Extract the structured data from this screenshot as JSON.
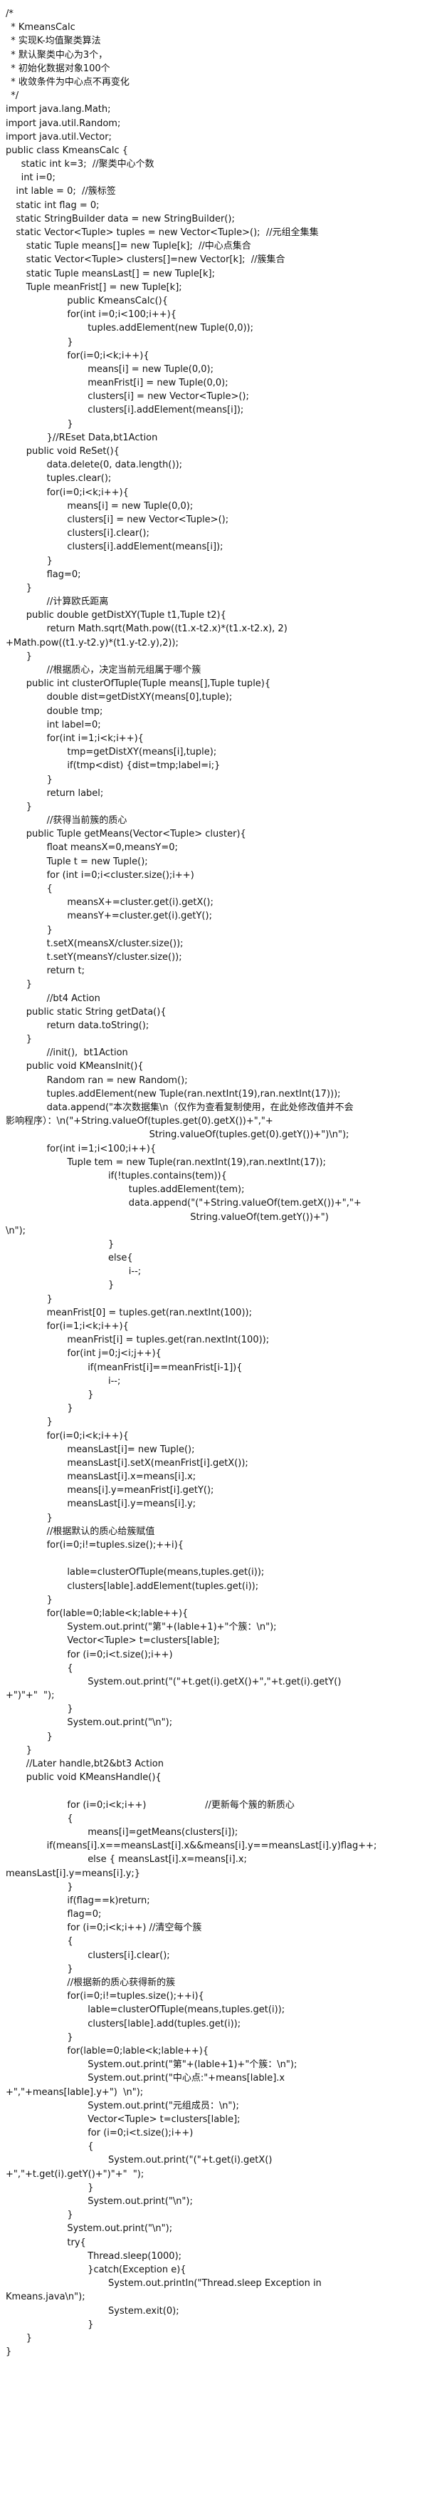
{
  "code_lines": [
    {
      "i": 0,
      "t": "/*"
    },
    {
      "i": 1,
      "t": "* KmeansCalc"
    },
    {
      "i": 1,
      "t": "* 实现K-均值聚类算法"
    },
    {
      "i": 1,
      "t": "* 默认聚类中心为3个，"
    },
    {
      "i": 1,
      "t": "* 初始化数据对象100个"
    },
    {
      "i": 1,
      "t": "* 收敛条件为中心点不再变化"
    },
    {
      "i": 1,
      "t": "*/"
    },
    {
      "i": 0,
      "t": "import java.lang.Math;"
    },
    {
      "i": 0,
      "t": "import java.util.Random;"
    },
    {
      "i": 0,
      "t": "import java.util.Vector;"
    },
    {
      "i": 0,
      "t": "public class KmeansCalc {"
    },
    {
      "i": 3,
      "t": "static int k=3;  //聚类中心个数"
    },
    {
      "i": 3,
      "t": "int i=0;"
    },
    {
      "i": 2,
      "t": "int lable = 0;  //簇标签"
    },
    {
      "i": 2,
      "t": "static int flag = 0;"
    },
    {
      "i": 2,
      "t": "static StringBuilder data = new StringBuilder();"
    },
    {
      "i": 2,
      "t": "static Vector<Tuple> tuples = new Vector<Tuple>();  //元组全集集"
    },
    {
      "i": 4,
      "t": "static Tuple means[]= new Tuple[k];  //中心点集合"
    },
    {
      "i": 4,
      "t": "static Vector<Tuple> clusters[]=new Vector[k];  //簇集合"
    },
    {
      "i": 4,
      "t": "static Tuple meansLast[] = new Tuple[k];"
    },
    {
      "i": 4,
      "t": "Tuple meanFrist[] = new Tuple[k];"
    },
    {
      "i": 12,
      "t": "public KmeansCalc(){"
    },
    {
      "i": 12,
      "t": "for(int i=0;i<100;i++){"
    },
    {
      "i": 16,
      "t": "tuples.addElement(new Tuple(0,0));"
    },
    {
      "i": 12,
      "t": "}"
    },
    {
      "i": 12,
      "t": "for(i=0;i<k;i++){"
    },
    {
      "i": 16,
      "t": "means[i] = new Tuple(0,0);"
    },
    {
      "i": 16,
      "t": "meanFrist[i] = new Tuple(0,0);"
    },
    {
      "i": 16,
      "t": "clusters[i] = new Vector<Tuple>();"
    },
    {
      "i": 16,
      "t": "clusters[i].addElement(means[i]);"
    },
    {
      "i": 12,
      "t": "}"
    },
    {
      "i": 8,
      "t": "}//REset Data,bt1Action"
    },
    {
      "i": 4,
      "t": "public void ReSet(){"
    },
    {
      "i": 8,
      "t": "data.delete(0, data.length());"
    },
    {
      "i": 8,
      "t": "tuples.clear();"
    },
    {
      "i": 8,
      "t": "for(i=0;i<k;i++){"
    },
    {
      "i": 12,
      "t": "means[i] = new Tuple(0,0);"
    },
    {
      "i": 12,
      "t": "clusters[i] = new Vector<Tuple>();"
    },
    {
      "i": 12,
      "t": "clusters[i].clear();"
    },
    {
      "i": 12,
      "t": "clusters[i].addElement(means[i]);"
    },
    {
      "i": 8,
      "t": "}"
    },
    {
      "i": 8,
      "t": "flag=0;"
    },
    {
      "i": 4,
      "t": "}"
    },
    {
      "i": 8,
      "t": "//计算欧氏距离"
    },
    {
      "i": 4,
      "t": "public double getDistXY(Tuple t1,Tuple t2){"
    },
    {
      "i": 8,
      "t": "return Math.sqrt(Math.pow((t1.x-t2.x)*(t1.x-t2.x), 2)"
    },
    {
      "i": 0,
      "t": "+Math.pow((t1.y-t2.y)*(t1.y-t2.y),2));"
    },
    {
      "i": 4,
      "t": "}"
    },
    {
      "i": 8,
      "t": "//根据质心，决定当前元组属于哪个簇"
    },
    {
      "i": 4,
      "t": "public int clusterOfTuple(Tuple means[],Tuple tuple){"
    },
    {
      "i": 8,
      "t": "double dist=getDistXY(means[0],tuple);"
    },
    {
      "i": 8,
      "t": "double tmp;"
    },
    {
      "i": 8,
      "t": "int label=0;"
    },
    {
      "i": 8,
      "t": "for(int i=1;i<k;i++){"
    },
    {
      "i": 12,
      "t": "tmp=getDistXY(means[i],tuple);"
    },
    {
      "i": 12,
      "t": "if(tmp<dist) {dist=tmp;label=i;}"
    },
    {
      "i": 8,
      "t": "}"
    },
    {
      "i": 8,
      "t": "return label;"
    },
    {
      "i": 4,
      "t": "}"
    },
    {
      "i": 8,
      "t": "//获得当前簇的质心"
    },
    {
      "i": 4,
      "t": "public Tuple getMeans(Vector<Tuple> cluster){"
    },
    {
      "i": 8,
      "t": "float meansX=0,meansY=0;"
    },
    {
      "i": 8,
      "t": "Tuple t = new Tuple();"
    },
    {
      "i": 8,
      "t": "for (int i=0;i<cluster.size();i++)"
    },
    {
      "i": 8,
      "t": "{"
    },
    {
      "i": 12,
      "t": "meansX+=cluster.get(i).getX();"
    },
    {
      "i": 12,
      "t": "meansY+=cluster.get(i).getY();"
    },
    {
      "i": 8,
      "t": "}"
    },
    {
      "i": 8,
      "t": "t.setX(meansX/cluster.size());"
    },
    {
      "i": 8,
      "t": "t.setY(meansY/cluster.size());"
    },
    {
      "i": 8,
      "t": "return t;"
    },
    {
      "i": 4,
      "t": "}"
    },
    {
      "i": 8,
      "t": "//bt4 Action"
    },
    {
      "i": 4,
      "t": "public static String getData(){"
    },
    {
      "i": 8,
      "t": "return data.toString();"
    },
    {
      "i": 4,
      "t": "}"
    },
    {
      "i": 8,
      "t": "//init(),  bt1Action"
    },
    {
      "i": 4,
      "t": "public void KMeansInit(){"
    },
    {
      "i": 8,
      "t": "Random ran = new Random();"
    },
    {
      "i": 8,
      "t": "tuples.addElement(new Tuple(ran.nextInt(19),ran.nextInt(17)));"
    },
    {
      "i": 8,
      "t": "data.append(\"本次数据集\\n（仅作为查看复制使用，在此处修改值并不会"
    },
    {
      "i": 0,
      "t": "影响程序）：\\n(\"+String.valueOf(tuples.get(0).getX())+\",\"+"
    },
    {
      "i": 28,
      "t": "String.valueOf(tuples.get(0).getY())+\")\\n\");"
    },
    {
      "i": 8,
      "t": "for(int i=1;i<100;i++){"
    },
    {
      "i": 12,
      "t": "Tuple tem = new Tuple(ran.nextInt(19),ran.nextInt(17));"
    },
    {
      "i": 20,
      "t": "if(!tuples.contains(tem)){"
    },
    {
      "i": 24,
      "t": "tuples.addElement(tem);"
    },
    {
      "i": 24,
      "t": "data.append(\"(\"+String.valueOf(tem.getX())+\",\"+"
    },
    {
      "i": 36,
      "t": "String.valueOf(tem.getY())+\")"
    },
    {
      "i": 0,
      "t": "\\n\");"
    },
    {
      "i": 20,
      "t": "}"
    },
    {
      "i": 20,
      "t": "else{"
    },
    {
      "i": 24,
      "t": "i--;"
    },
    {
      "i": 20,
      "t": "}"
    },
    {
      "i": 8,
      "t": "}"
    },
    {
      "i": 8,
      "t": "meanFrist[0] = tuples.get(ran.nextInt(100));"
    },
    {
      "i": 8,
      "t": "for(i=1;i<k;i++){"
    },
    {
      "i": 12,
      "t": "meanFrist[i] = tuples.get(ran.nextInt(100));"
    },
    {
      "i": 12,
      "t": "for(int j=0;j<i;j++){"
    },
    {
      "i": 16,
      "t": "if(meanFrist[i]==meanFrist[i-1]){"
    },
    {
      "i": 20,
      "t": "i--;"
    },
    {
      "i": 16,
      "t": "}"
    },
    {
      "i": 12,
      "t": "}"
    },
    {
      "i": 8,
      "t": "}"
    },
    {
      "i": 8,
      "t": "for(i=0;i<k;i++){"
    },
    {
      "i": 12,
      "t": "meansLast[i]= new Tuple();"
    },
    {
      "i": 12,
      "t": "meansLast[i].setX(meanFrist[i].getX());"
    },
    {
      "i": 12,
      "t": "meansLast[i].x=means[i].x;"
    },
    {
      "i": 12,
      "t": "means[i].y=meanFrist[i].getY();"
    },
    {
      "i": 12,
      "t": "meansLast[i].y=means[i].y;"
    },
    {
      "i": 8,
      "t": "}"
    },
    {
      "i": 8,
      "t": "//根据默认的质心给簇赋值"
    },
    {
      "i": 8,
      "t": "for(i=0;i!=tuples.size();++i){"
    },
    {
      "i": 0,
      "t": ""
    },
    {
      "i": 12,
      "t": "lable=clusterOfTuple(means,tuples.get(i));"
    },
    {
      "i": 12,
      "t": "clusters[lable].addElement(tuples.get(i));"
    },
    {
      "i": 8,
      "t": "}"
    },
    {
      "i": 8,
      "t": "for(lable=0;lable<k;lable++){"
    },
    {
      "i": 12,
      "t": "System.out.print(\"第\"+(lable+1)+\"个簇：\\n\");"
    },
    {
      "i": 12,
      "t": "Vector<Tuple> t=clusters[lable];"
    },
    {
      "i": 12,
      "t": "for (i=0;i<t.size();i++)"
    },
    {
      "i": 12,
      "t": "{"
    },
    {
      "i": 16,
      "t": "System.out.print(\"(\"+t.get(i).getX()+\",\"+t.get(i).getY()"
    },
    {
      "i": 0,
      "t": "+\")\"+\"  \");"
    },
    {
      "i": 12,
      "t": "}"
    },
    {
      "i": 12,
      "t": "System.out.print(\"\\n\");"
    },
    {
      "i": 8,
      "t": "}"
    },
    {
      "i": 4,
      "t": "}"
    },
    {
      "i": 4,
      "t": "//Later handle,bt2&bt3 Action"
    },
    {
      "i": 4,
      "t": "public void KMeansHandle(){"
    },
    {
      "i": 0,
      "t": ""
    },
    {
      "i": 12,
      "t": "for (i=0;i<k;i++)                    //更新每个簇的新质心"
    },
    {
      "i": 12,
      "t": "{"
    },
    {
      "i": 16,
      "t": "means[i]=getMeans(clusters[i]);"
    },
    {
      "i": 8,
      "t": "if(means[i].x==meansLast[i].x&&means[i].y==meansLast[i].y)flag++;"
    },
    {
      "i": 16,
      "t": "else { meansLast[i].x=means[i].x;"
    },
    {
      "i": 0,
      "t": "meansLast[i].y=means[i].y;}"
    },
    {
      "i": 12,
      "t": "}"
    },
    {
      "i": 12,
      "t": "if(flag==k)return;"
    },
    {
      "i": 12,
      "t": "flag=0;"
    },
    {
      "i": 12,
      "t": "for (i=0;i<k;i++) //清空每个簇"
    },
    {
      "i": 12,
      "t": "{"
    },
    {
      "i": 16,
      "t": "clusters[i].clear();"
    },
    {
      "i": 12,
      "t": "}"
    },
    {
      "i": 12,
      "t": "//根据新的质心获得新的簇"
    },
    {
      "i": 12,
      "t": "for(i=0;i!=tuples.size();++i){"
    },
    {
      "i": 16,
      "t": "lable=clusterOfTuple(means,tuples.get(i));"
    },
    {
      "i": 16,
      "t": "clusters[lable].add(tuples.get(i));"
    },
    {
      "i": 12,
      "t": "}"
    },
    {
      "i": 12,
      "t": "for(lable=0;lable<k;lable++){"
    },
    {
      "i": 16,
      "t": "System.out.print(\"第\"+(lable+1)+\"个簇：\\n\");"
    },
    {
      "i": 16,
      "t": "System.out.print(\"中心点:\"+means[lable].x"
    },
    {
      "i": 0,
      "t": "+\",\"+means[lable].y+\")  \\n\");"
    },
    {
      "i": 16,
      "t": "System.out.print(\"元组成员：\\n\");"
    },
    {
      "i": 16,
      "t": "Vector<Tuple> t=clusters[lable];"
    },
    {
      "i": 16,
      "t": "for (i=0;i<t.size();i++)"
    },
    {
      "i": 16,
      "t": "{"
    },
    {
      "i": 20,
      "t": "System.out.print(\"(\"+t.get(i).getX()"
    },
    {
      "i": 0,
      "t": "+\",\"+t.get(i).getY()+\")\"+\"  \");"
    },
    {
      "i": 16,
      "t": "}"
    },
    {
      "i": 16,
      "t": "System.out.print(\"\\n\");"
    },
    {
      "i": 12,
      "t": "}"
    },
    {
      "i": 12,
      "t": "System.out.print(\"\\n\");"
    },
    {
      "i": 12,
      "t": "try{"
    },
    {
      "i": 16,
      "t": "Thread.sleep(1000);"
    },
    {
      "i": 16,
      "t": "}catch(Exception e){"
    },
    {
      "i": 20,
      "t": "System.out.println(\"Thread.sleep Exception in"
    },
    {
      "i": 0,
      "t": "Kmeans.java\\n\");"
    },
    {
      "i": 20,
      "t": "System.exit(0);"
    },
    {
      "i": 16,
      "t": "}"
    },
    {
      "i": 4,
      "t": "}"
    },
    {
      "i": 0,
      "t": "}"
    }
  ]
}
